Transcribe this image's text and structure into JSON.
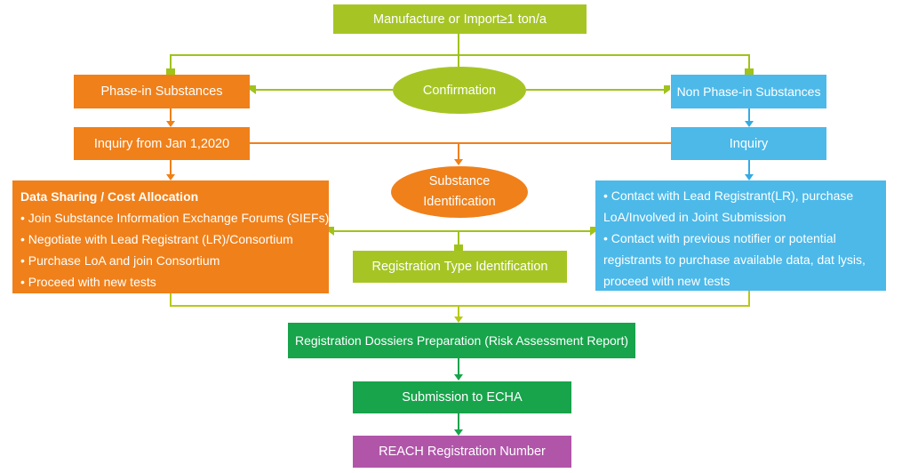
{
  "nodes": {
    "manufacture": {
      "label": "Manufacture or Import≥1 ton/a"
    },
    "phase_in": {
      "label": "Phase-in Substances"
    },
    "confirmation": {
      "label": "Confirmation"
    },
    "non_phase_in": {
      "label": "Non Phase-in Substances"
    },
    "inquiry_2020": {
      "label": "Inquiry from Jan 1,2020"
    },
    "inquiry": {
      "label": "Inquiry"
    },
    "substance_identification": {
      "label": "Substance Identification"
    },
    "data_sharing": {
      "title": "Data Sharing / Cost Allocation",
      "lines": [
        "• Join Substance Information Exchange Forums (SIEFs)",
        "• Negotiate with Lead Registrant (LR)/Consortium",
        "• Purchase LoA and join Consortium",
        "• Proceed with new tests"
      ]
    },
    "registration_type": {
      "label": "Registration Type Identification"
    },
    "contact_lead": {
      "lines": [
        "• Contact with Lead Registrant(LR), purchase",
        "LoA/Involved in Joint Submission",
        "• Contact with previous notifier or potential",
        "registrants to purchase available data, dat lysis,",
        "proceed with new tests"
      ]
    },
    "dossiers": {
      "label": "Registration Dossiers Preparation (Risk Assessment Report)"
    },
    "submission": {
      "label": "Submission to ECHA"
    },
    "reach_number": {
      "label": "REACH Registration Number"
    }
  },
  "colors": {
    "yellow_green": "#a6c525",
    "orange": "#f0801a",
    "blue": "#4cb9e9",
    "dark_green": "#17a44b",
    "purple": "#b155a9",
    "line_green": "#9fc31b",
    "line_yellow": "#b7c916",
    "line_blue": "#35abe2",
    "text": "#ffffff"
  }
}
